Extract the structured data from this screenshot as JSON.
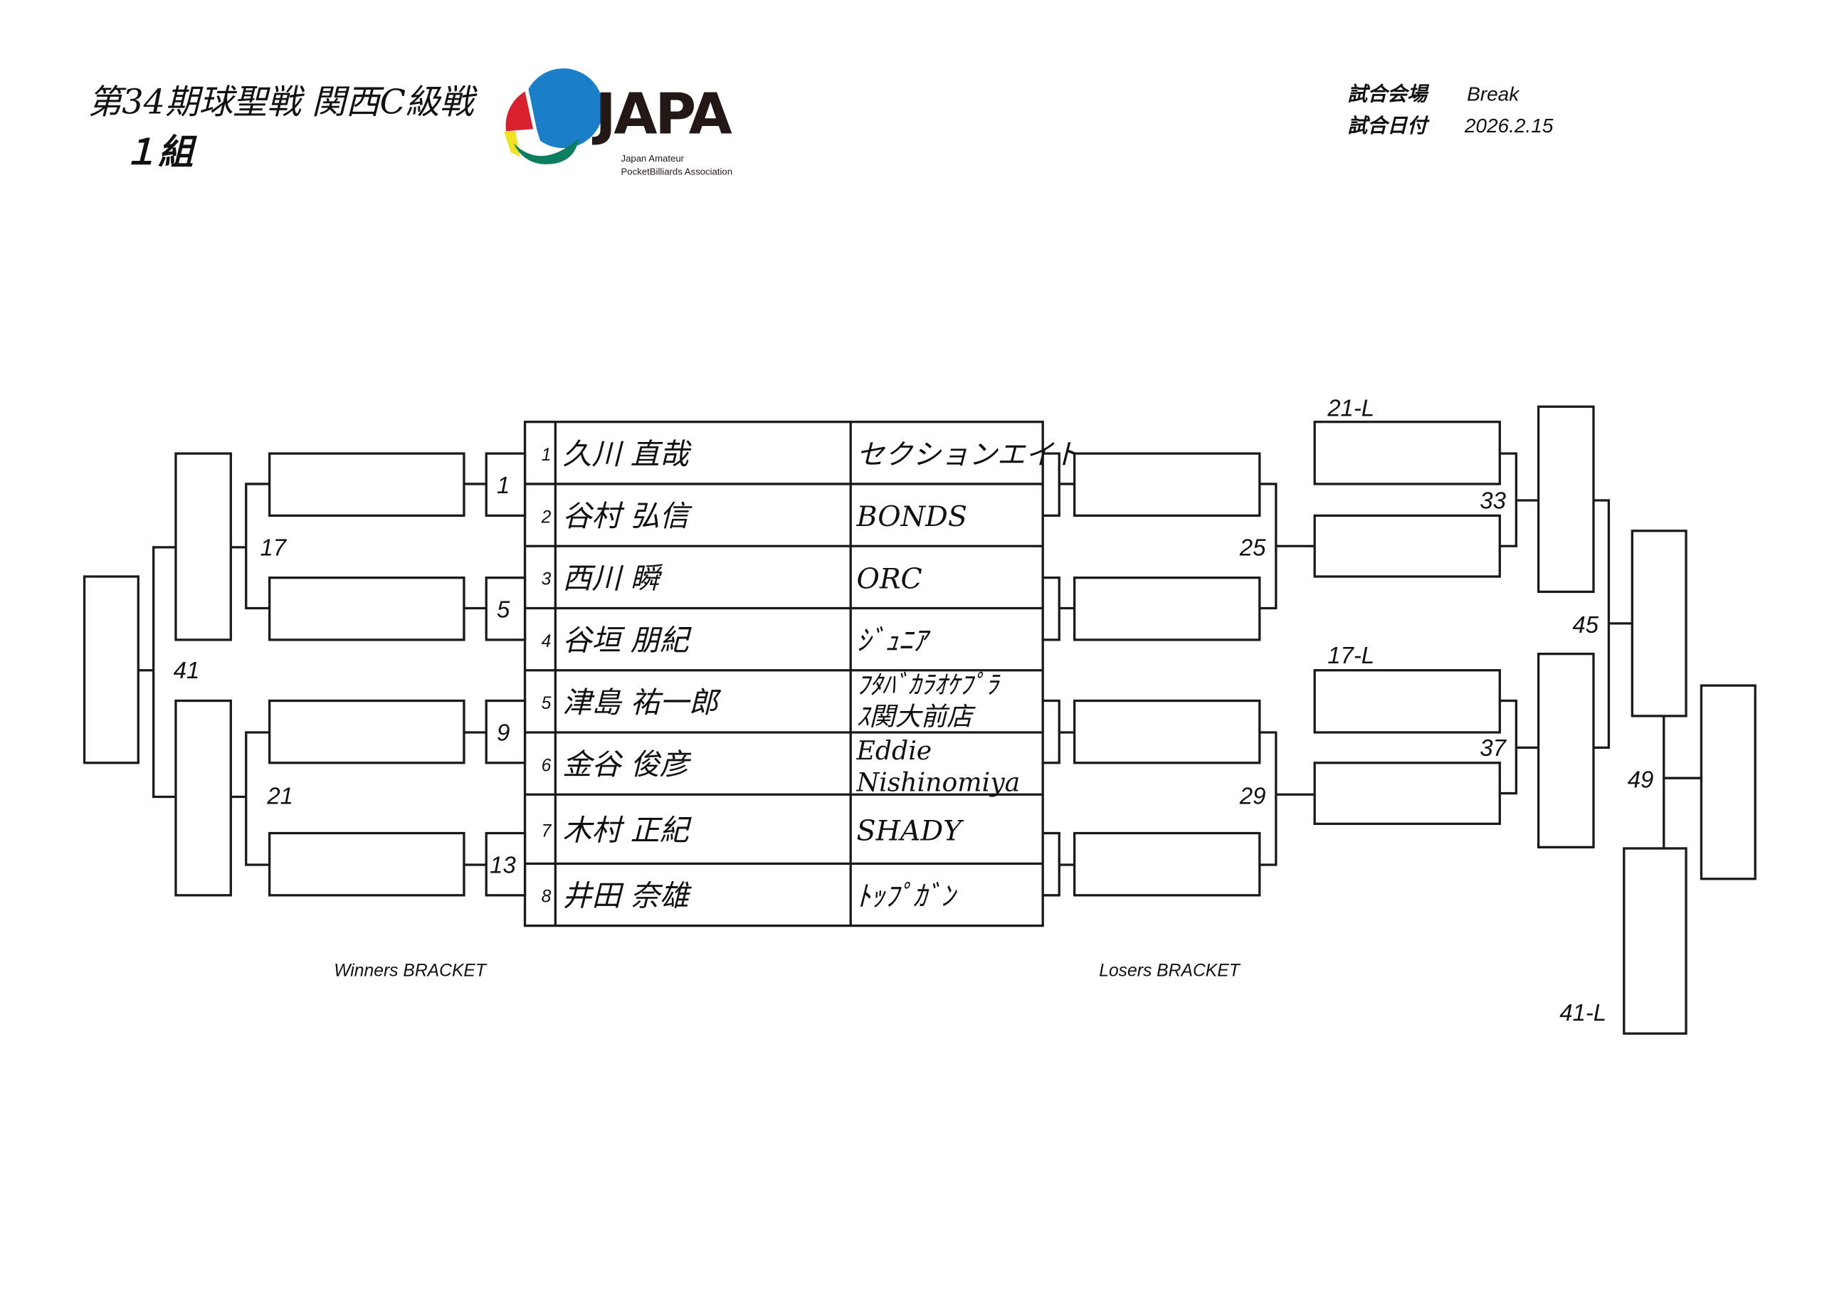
{
  "header": {
    "title": "第34期球聖戦 関西C級戦",
    "group": "１組",
    "venue_label": "試合会場",
    "venue": "Break",
    "date_label": "試合日付",
    "date": "2026.2.15"
  },
  "logo": {
    "wordmark": "JAPA",
    "line1": "Japan Amateur",
    "line2": "PocketBilliards Association",
    "colors": [
      "#d9202f",
      "#1a7fc8",
      "#f2e227",
      "#0d7f5f"
    ]
  },
  "players": [
    {
      "seed": "1",
      "name": "久川 直哉",
      "team": "セクションエイト"
    },
    {
      "seed": "2",
      "name": "谷村 弘信",
      "team": "BONDS"
    },
    {
      "seed": "3",
      "name": "西川 瞬",
      "team": "ORC"
    },
    {
      "seed": "4",
      "name": "谷垣 朋紀",
      "team": "ｼﾞｭﾆｱ"
    },
    {
      "seed": "5",
      "name": "津島 祐一郎",
      "team_line1": "ﾌﾀﾊﾞｶﾗｵｹﾌﾟﾗ",
      "team_line2": "ｽ関大前店"
    },
    {
      "seed": "6",
      "name": "金谷 俊彦",
      "team_line1": "Eddie",
      "team_line2": "Nishinomiya"
    },
    {
      "seed": "7",
      "name": "木村 正紀",
      "team": "SHADY"
    },
    {
      "seed": "8",
      "name": "井田 奈雄",
      "team": "ﾄｯﾌﾟｶﾞﾝ"
    }
  ],
  "winners": {
    "label": "Winners BRACKET",
    "matches": [
      "1",
      "5",
      "9",
      "13",
      "17",
      "21",
      "41"
    ]
  },
  "losers": {
    "label": "Losers BRACKET",
    "matches": [
      "25",
      "29",
      "33",
      "37",
      "45",
      "49"
    ],
    "drop_ins": [
      "21-L",
      "17-L",
      "41-L"
    ]
  }
}
